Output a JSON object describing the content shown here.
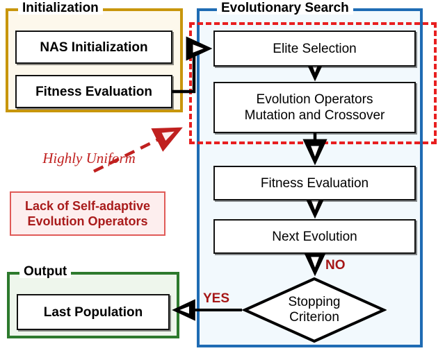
{
  "diagram": {
    "title": "Evolutionary Neural Architecture Search Flowchart",
    "colors": {
      "init_border": "#c8960c",
      "init_fill": "#fdf8ec",
      "evo_border": "#1f6cb4",
      "evo_fill": "#f2f9fd",
      "out_border": "#2d7a2d",
      "out_fill": "#eef6ec",
      "highlight_dashed": "#e81f20",
      "annotation_red": "#a91b1b",
      "node_fill": "#ffffff",
      "node_border": "#111111"
    }
  },
  "panels": {
    "initialization": {
      "title": "Initialization",
      "nodes": [
        {
          "label": "NAS Initialization"
        },
        {
          "label": "Fitness Evaluation"
        }
      ]
    },
    "evolutionary_search": {
      "title": "Evolutionary Search",
      "nodes": [
        {
          "label": "Elite Selection"
        },
        {
          "label_line1": "Evolution Operators",
          "label_line2": "Mutation and Crossover"
        },
        {
          "label": "Fitness Evaluation"
        },
        {
          "label": "Next Evolution"
        }
      ],
      "decision": {
        "label_line1": "Stopping",
        "label_line2": "Criterion",
        "branch_no": "NO",
        "branch_yes": "YES"
      }
    },
    "output": {
      "title": "Output",
      "nodes": [
        {
          "label": "Last Population"
        }
      ]
    }
  },
  "annotation": {
    "emphasis": "Highly Uniform",
    "issue_line1": "Lack of Self-adaptive",
    "issue_line2": "Evolution Operators"
  }
}
